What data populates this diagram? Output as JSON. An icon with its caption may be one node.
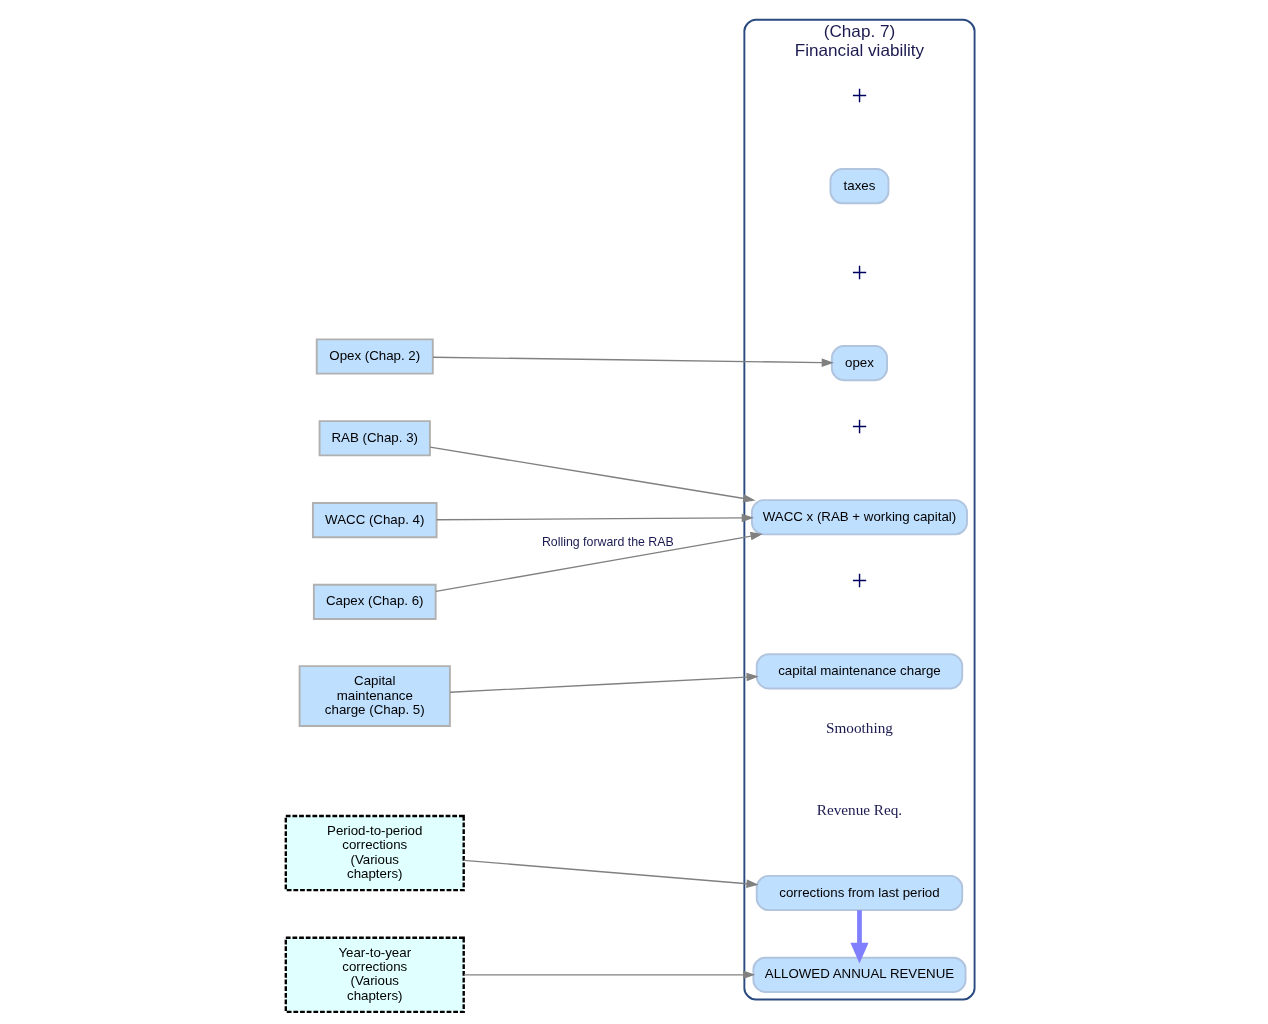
{
  "diagram": {
    "nodes": [
      {
        "text": [
          "Opex (Chap. 2)"
        ]
      },
      {
        "text": [
          "RAB (Chap. 3)"
        ]
      },
      {
        "text": [
          "WACC (Chap. 4)"
        ]
      },
      {
        "text": [
          "Capex (Chap. 6)"
        ]
      },
      {
        "text": [
          "Capital maintenance charge (Chap. 5)"
        ]
      },
      {
        "text": [
          "Period-to-period corrections (Various chapters)"
        ]
      },
      {
        "text": [
          "Year-to-year corrections (Various chapters)"
        ]
      },
      {
        "text": [
          "(Chap. 7)",
          "Financial viability"
        ]
      },
      {
        "text": [
          "opex"
        ],
        "in": 7
      },
      {
        "text": [
          "taxes"
        ],
        "in": 7
      },
      {
        "text": [
          "WACC x (RAB + working capital)"
        ],
        "in": 7
      },
      {
        "text": [
          "capital maintenance charge"
        ],
        "in": 7
      },
      {
        "text": [
          "corrections from last period"
        ],
        "in": 7
      },
      {
        "text": [
          "ALLOWED ANNUAL REVENUE"
        ],
        "in": 7
      }
    ],
    "edges": [
      {
        "from": 0,
        "to": 8,
        "arrow": "to"
      },
      {
        "from": 1,
        "to": 10,
        "arrow": "to"
      },
      {
        "from": 2,
        "to": 10,
        "arrow": "to"
      },
      {
        "from": 3,
        "to": 10,
        "arrow": "to",
        "label": "Rolling forward the RAB"
      },
      {
        "from": 4,
        "to": 11,
        "arrow": "to"
      },
      {
        "from": 5,
        "to": 12,
        "arrow": "to"
      },
      {
        "from": 6,
        "to": 13,
        "arrow": "to"
      },
      {
        "from": 12,
        "to": 13,
        "arrow": "to",
        "style": "thick",
        "color": "#8080ff"
      }
    ],
    "labels": [
      "+",
      "+",
      "+",
      "+",
      "Revenue Req.",
      "Smoothing"
    ]
  }
}
